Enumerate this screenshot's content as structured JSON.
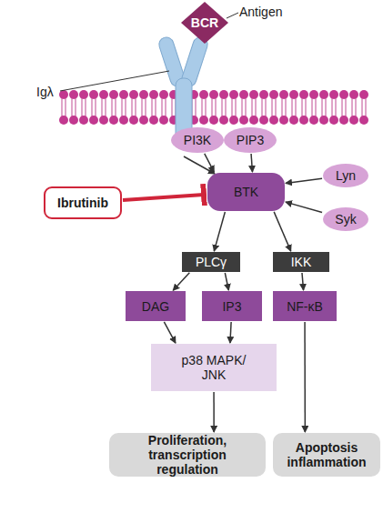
{
  "diagram": {
    "nodes": [
      {
        "text": [
          "BCR"
        ]
      },
      {
        "text": [
          "PI3K"
        ]
      },
      {
        "text": [
          "PIP3"
        ]
      },
      {
        "text": [
          "Ibrutinib"
        ]
      },
      {
        "text": [
          "BTK"
        ]
      },
      {
        "text": [
          "Lyn"
        ]
      },
      {
        "text": [
          "Syk"
        ]
      },
      {
        "text": [
          "PLCγ"
        ]
      },
      {
        "text": [
          "IKK"
        ]
      },
      {
        "text": [
          "DAG"
        ]
      },
      {
        "text": [
          "IP3"
        ]
      },
      {
        "text": [
          "NF-κB"
        ]
      },
      {
        "text": [
          "p38 MAPK/ JNK"
        ]
      },
      {
        "text": [
          "Proliferation, transcription regulation"
        ]
      },
      {
        "text": [
          "Apoptosis inflammation"
        ]
      }
    ],
    "edges": [
      {
        "from": 1,
        "to": 4,
        "arrow": "to"
      },
      {
        "from": 2,
        "to": 4,
        "arrow": "to"
      },
      {
        "from": 5,
        "to": 4,
        "arrow": "to"
      },
      {
        "from": 6,
        "to": 4,
        "arrow": "to"
      },
      {
        "from": 3,
        "to": 4,
        "arrow": "to"
      },
      {
        "from": 4,
        "to": 7,
        "arrow": "to"
      },
      {
        "from": 4,
        "to": 8,
        "arrow": "to"
      },
      {
        "from": 7,
        "to": 9,
        "arrow": "to"
      },
      {
        "from": 7,
        "to": 10,
        "arrow": "to"
      },
      {
        "from": 8,
        "to": 11,
        "arrow": "to"
      },
      {
        "from": 9,
        "to": 12,
        "arrow": "to"
      },
      {
        "from": 10,
        "to": 12,
        "arrow": "to"
      },
      {
        "from": 12,
        "to": 13,
        "arrow": "to"
      },
      {
        "from": 11,
        "to": 14,
        "arrow": "to"
      }
    ],
    "labels": [
      "Antigen",
      "Igλ"
    ]
  }
}
